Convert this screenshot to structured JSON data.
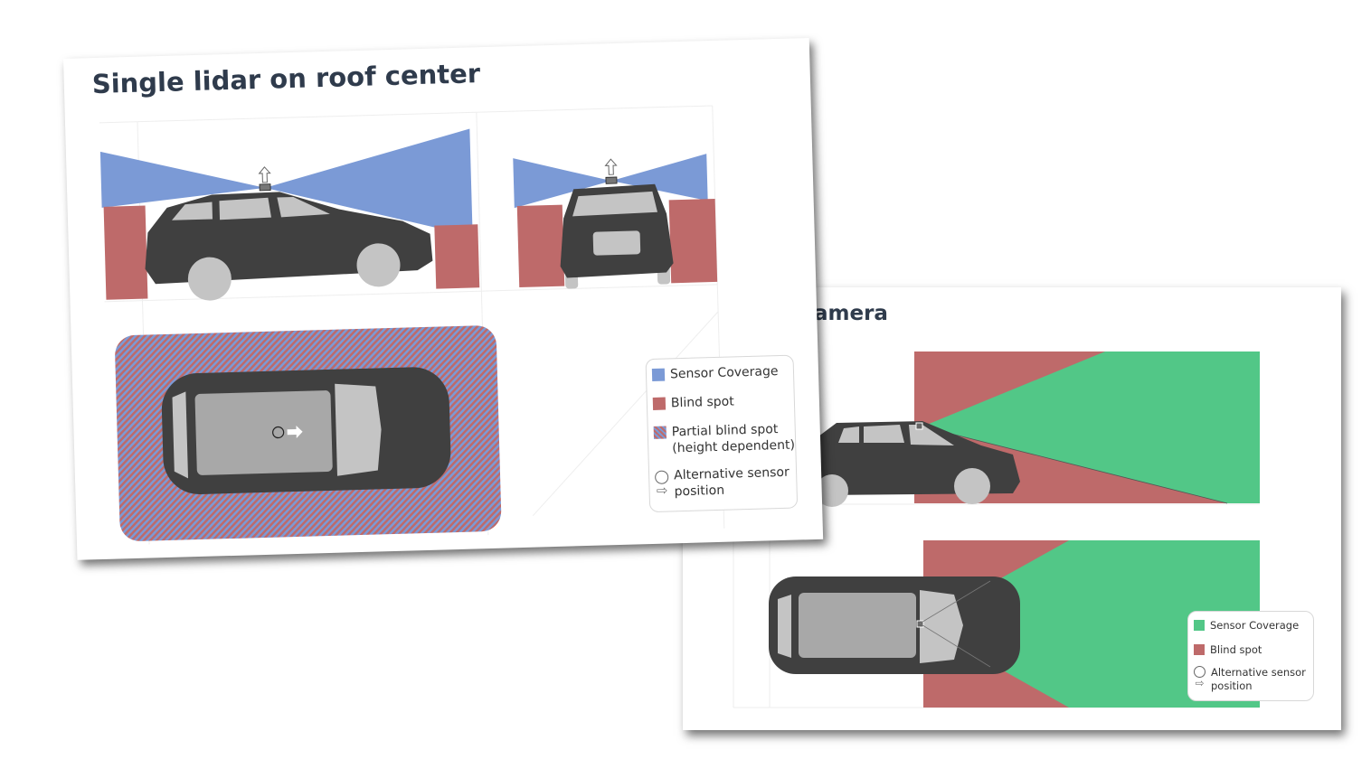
{
  "colors": {
    "coverage_blue": "#7b9ad6",
    "coverage_green": "#52c787",
    "blind_red": "#be6a6a",
    "car_dark": "#404040",
    "car_glass": "#c4c4c4",
    "title": "#2f3b4c"
  },
  "left_slide": {
    "title": "Single lidar on roof center",
    "legend": {
      "coverage": "Sensor Coverage",
      "blind": "Blind spot",
      "partial": "Partial blind spot",
      "partial_note": "(height dependent)",
      "alt": "Alternative sensor",
      "alt2": "position"
    }
  },
  "right_slide": {
    "title": "amera",
    "legend": {
      "coverage": "Sensor Coverage",
      "blind": "Blind spot",
      "alt": "Alternative sensor",
      "alt2": "position"
    }
  }
}
